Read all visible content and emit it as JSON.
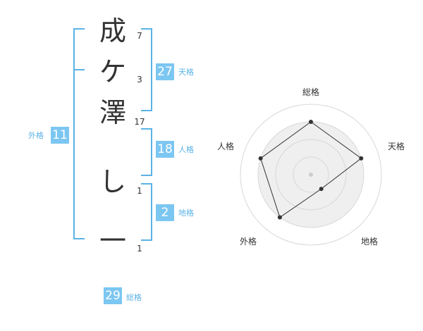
{
  "name": {
    "characters": [
      "成",
      "ケ",
      "澤",
      "し",
      "一"
    ],
    "strokes": [
      "7",
      "3",
      "17",
      "1",
      "1"
    ]
  },
  "kakusu": {
    "tenkaku": {
      "value": "27",
      "label": "天格"
    },
    "jinkaku": {
      "value": "18",
      "label": "人格"
    },
    "chikaku": {
      "value": "2",
      "label": "地格"
    },
    "gaikaku": {
      "value": "11",
      "label": "外格"
    },
    "soukaku": {
      "value": "29",
      "label": "総格"
    }
  },
  "radar": {
    "labels": {
      "top": "総格",
      "right": "天格",
      "bottom_right": "地格",
      "bottom_left": "外格",
      "left": "人格"
    },
    "values": {
      "総格": 0.75,
      "天格": 0.75,
      "地格": 0.25,
      "外格": 0.75,
      "人格": 0.75
    },
    "colors": {
      "fill": "#efefef",
      "ring": "#d8d8d8",
      "line": "#333333",
      "center": "#cccccc"
    }
  }
}
